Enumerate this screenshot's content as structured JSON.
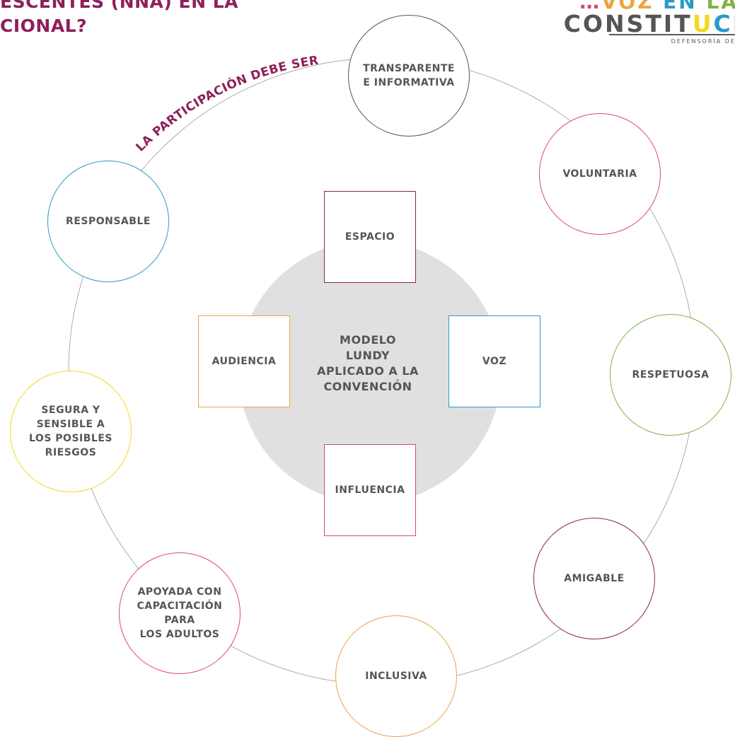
{
  "header": {
    "title": "ESCENTES (NNA) EN LA\nCIONAL?",
    "brand_line1": "...VOZ EN LA",
    "brand_line2": "CONSTITUCI",
    "brand_line3": "DEFENSORÍA DE L"
  },
  "arc_label": "LA PARTICIPACIÓN DEBE SER",
  "colors": {
    "title": "#8e1f5a",
    "gray": "#555555",
    "pink": "#d8477a",
    "green": "#7cb342",
    "purple": "#8e1f5a",
    "orange": "#f0a241",
    "yellow": "#f5d81e",
    "blue": "#2a9ac4",
    "center_fill": "#e0e0e0"
  },
  "principles": [
    {
      "label": "TRANSPARENTE\nE INFORMATIVA",
      "color": "#555555"
    },
    {
      "label": "VOLUNTARIA",
      "color": "#d8477a"
    },
    {
      "label": "RESPETUOSA",
      "color": "#7cb342"
    },
    {
      "label": "AMIGABLE",
      "color": "#8e1f5a"
    },
    {
      "label": "INCLUSIVA",
      "color": "#f0a241"
    },
    {
      "label": "APOYADA CON\nCAPACITACIÓN\nPARA\nLOS ADULTOS",
      "color": "#d8477a"
    },
    {
      "label": "SEGURA Y\nSENSIBLE A\nLOS POSIBLES\nRIESGOS",
      "color": "#f5d81e"
    },
    {
      "label": "RESPONSABLE",
      "color": "#2a9ac4"
    }
  ],
  "center": {
    "label": "MODELO\nLUNDY\nAPLICADO A LA\nCONVENCIÓN"
  },
  "lundy": {
    "espacio": {
      "label": "ESPACIO",
      "color": "#8e1f5a"
    },
    "voz": {
      "label": "VOZ",
      "color": "#2a9ac4"
    },
    "influencia": {
      "label": "INFLUENCIA",
      "color": "#d8477a"
    },
    "audiencia": {
      "label": "AUDIENCIA",
      "color": "#f0a241"
    }
  }
}
